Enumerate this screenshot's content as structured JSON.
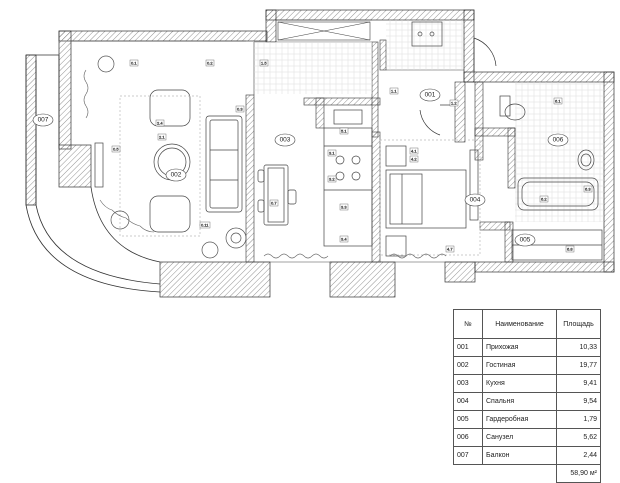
{
  "plan": {
    "rooms": [
      {
        "id": "001"
      },
      {
        "id": "002"
      },
      {
        "id": "003"
      },
      {
        "id": "004"
      },
      {
        "id": "005"
      },
      {
        "id": "006"
      },
      {
        "id": "007"
      }
    ],
    "tags": [
      "0.1",
      "0.2",
      "0.3",
      "0.5",
      "0.7",
      "0.11",
      "2.1",
      "4.1",
      "4.2",
      "5.1",
      "6.1",
      "6.2",
      "6.3",
      "3.1",
      "3.2",
      "3.3",
      "3.4",
      "1.1",
      "1.2",
      "1.5",
      "2.4",
      "4.7",
      "6.8"
    ]
  },
  "legend": {
    "headers": {
      "num": "№",
      "name": "Наименование",
      "area": "Площадь"
    },
    "rows": [
      {
        "num": "001",
        "name": "Прихожая",
        "area": "10,33"
      },
      {
        "num": "002",
        "name": "Гостиная",
        "area": "19,77"
      },
      {
        "num": "003",
        "name": "Кухня",
        "area": "9,41"
      },
      {
        "num": "004",
        "name": "Спальня",
        "area": "9,54"
      },
      {
        "num": "005",
        "name": "Гардеробная",
        "area": "1,79"
      },
      {
        "num": "006",
        "name": "Санузел",
        "area": "5,62"
      },
      {
        "num": "007",
        "name": "Балкон",
        "area": "2,44"
      }
    ],
    "total": "58,90 м²"
  }
}
